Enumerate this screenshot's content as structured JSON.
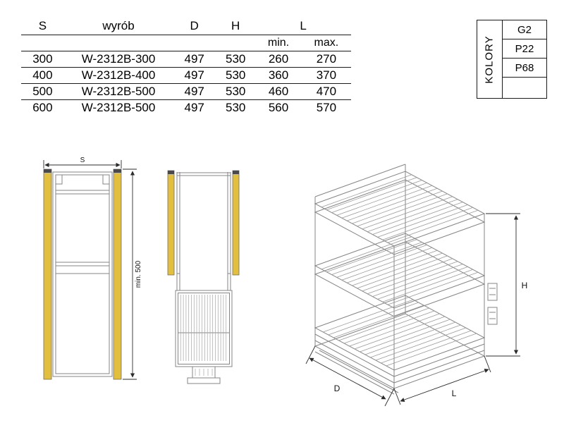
{
  "table": {
    "headers": {
      "s": "S",
      "product": "wyrób",
      "d": "D",
      "h": "H",
      "l": "L",
      "min": "min.",
      "max": "max."
    },
    "rows": [
      {
        "s": "300",
        "product": "W-2312B-300",
        "d": "497",
        "h": "530",
        "min": "260",
        "max": "270"
      },
      {
        "s": "400",
        "product": "W-2312B-400",
        "d": "497",
        "h": "530",
        "min": "360",
        "max": "370"
      },
      {
        "s": "500",
        "product": "W-2312B-500",
        "d": "497",
        "h": "530",
        "min": "460",
        "max": "470"
      },
      {
        "s": "600",
        "product": "W-2312B-500",
        "d": "497",
        "h": "530",
        "min": "560",
        "max": "570"
      }
    ]
  },
  "kolory": {
    "label": "KOLORY",
    "options": [
      "G2",
      "P22",
      "P68"
    ]
  },
  "drawings": {
    "front_view": {
      "width_label": "S",
      "height_label": "min. 500"
    },
    "iso_view": {
      "depth_label": "D",
      "width_label": "L",
      "height_label": "H"
    }
  },
  "colors": {
    "panel_yellow": "#e2bf3f",
    "line_gray": "#858585",
    "dim_dark": "#2b2b2b"
  }
}
